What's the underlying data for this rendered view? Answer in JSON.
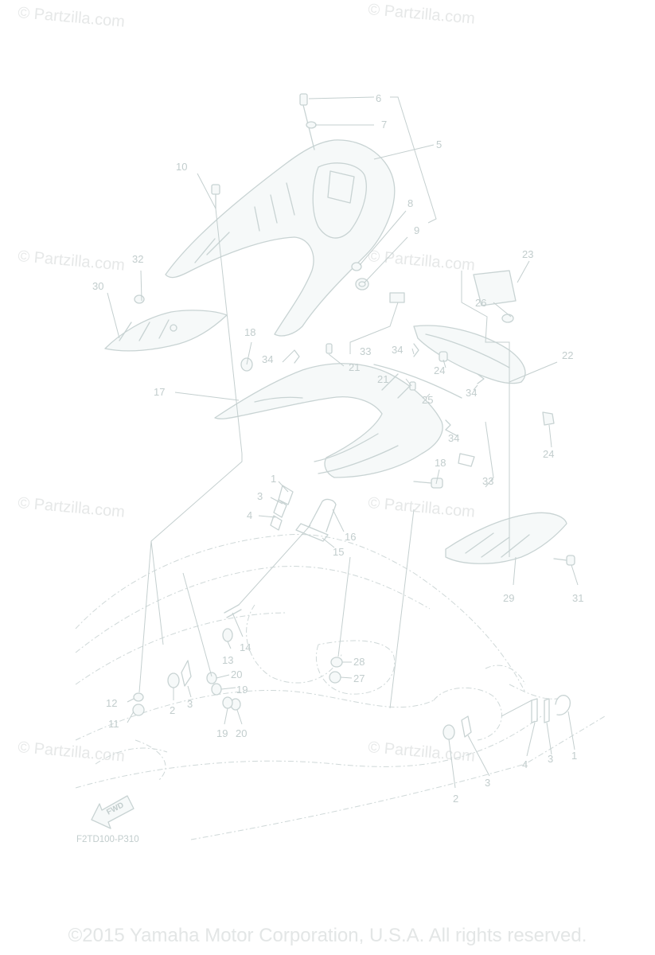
{
  "watermark": "© Partzilla.com",
  "diagram_code": "F2TD100-P310",
  "fwd_label": "FWD",
  "copyright": "©2015 Yamaha Motor Corporation, U.S.A. All rights reserved.",
  "callouts": [
    "6",
    "7",
    "5",
    "10",
    "8",
    "9",
    "32",
    "30",
    "23",
    "26",
    "18",
    "34",
    "21",
    "33",
    "34",
    "24",
    "22",
    "17",
    "21",
    "25",
    "34",
    "24",
    "34",
    "18",
    "33",
    "1",
    "3",
    "4",
    "16",
    "15",
    "29",
    "31",
    "14",
    "13",
    "20",
    "19",
    "28",
    "27",
    "12",
    "2",
    "3",
    "11",
    "19",
    "20",
    "4",
    "3",
    "1",
    "2",
    "3"
  ],
  "colors": {
    "line": "#c8d3d3",
    "text": "#c2cdcd",
    "watermark": "#e6e8e8"
  }
}
